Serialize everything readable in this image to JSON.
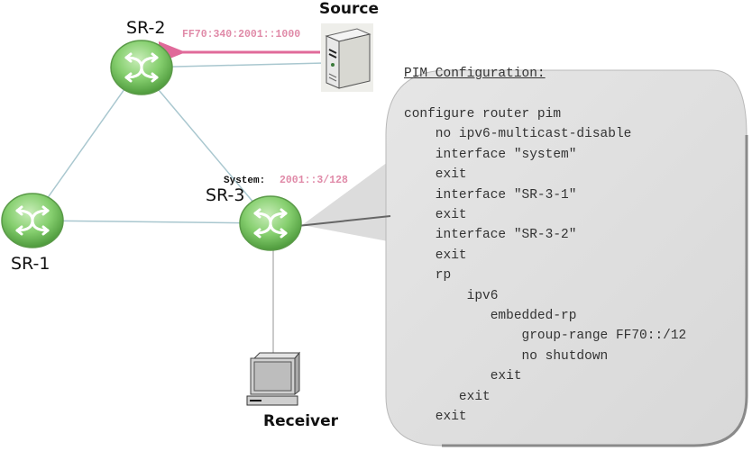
{
  "diagram": {
    "routers": [
      {
        "id": "sr-2",
        "label": "SR-2"
      },
      {
        "id": "sr-1",
        "label": "SR-1"
      },
      {
        "id": "sr-3",
        "label": "SR-3"
      }
    ],
    "hosts": {
      "source": {
        "label": "Source"
      },
      "receiver": {
        "label": "Receiver"
      }
    },
    "group_address": "FF70:340:2001::1000",
    "system_label": "System:",
    "system_address": "2001::3/128",
    "colors": {
      "router_green": "#7dc96a",
      "link": "#a9c7cf",
      "accent_pink": "#e06a9a",
      "callout_gray": "#dcdcdc"
    }
  },
  "config": {
    "title": "PIM Configuration:",
    "lines": [
      "configure router pim",
      "    no ipv6-multicast-disable",
      "    interface \"system\"",
      "    exit",
      "    interface \"SR-3-1\"",
      "    exit",
      "    interface \"SR-3-2\"",
      "    exit",
      "    rp",
      "        ipv6",
      "           embedded-rp",
      "               group-range FF70::/12",
      "               no shutdown",
      "           exit",
      "       exit",
      "    exit"
    ]
  }
}
